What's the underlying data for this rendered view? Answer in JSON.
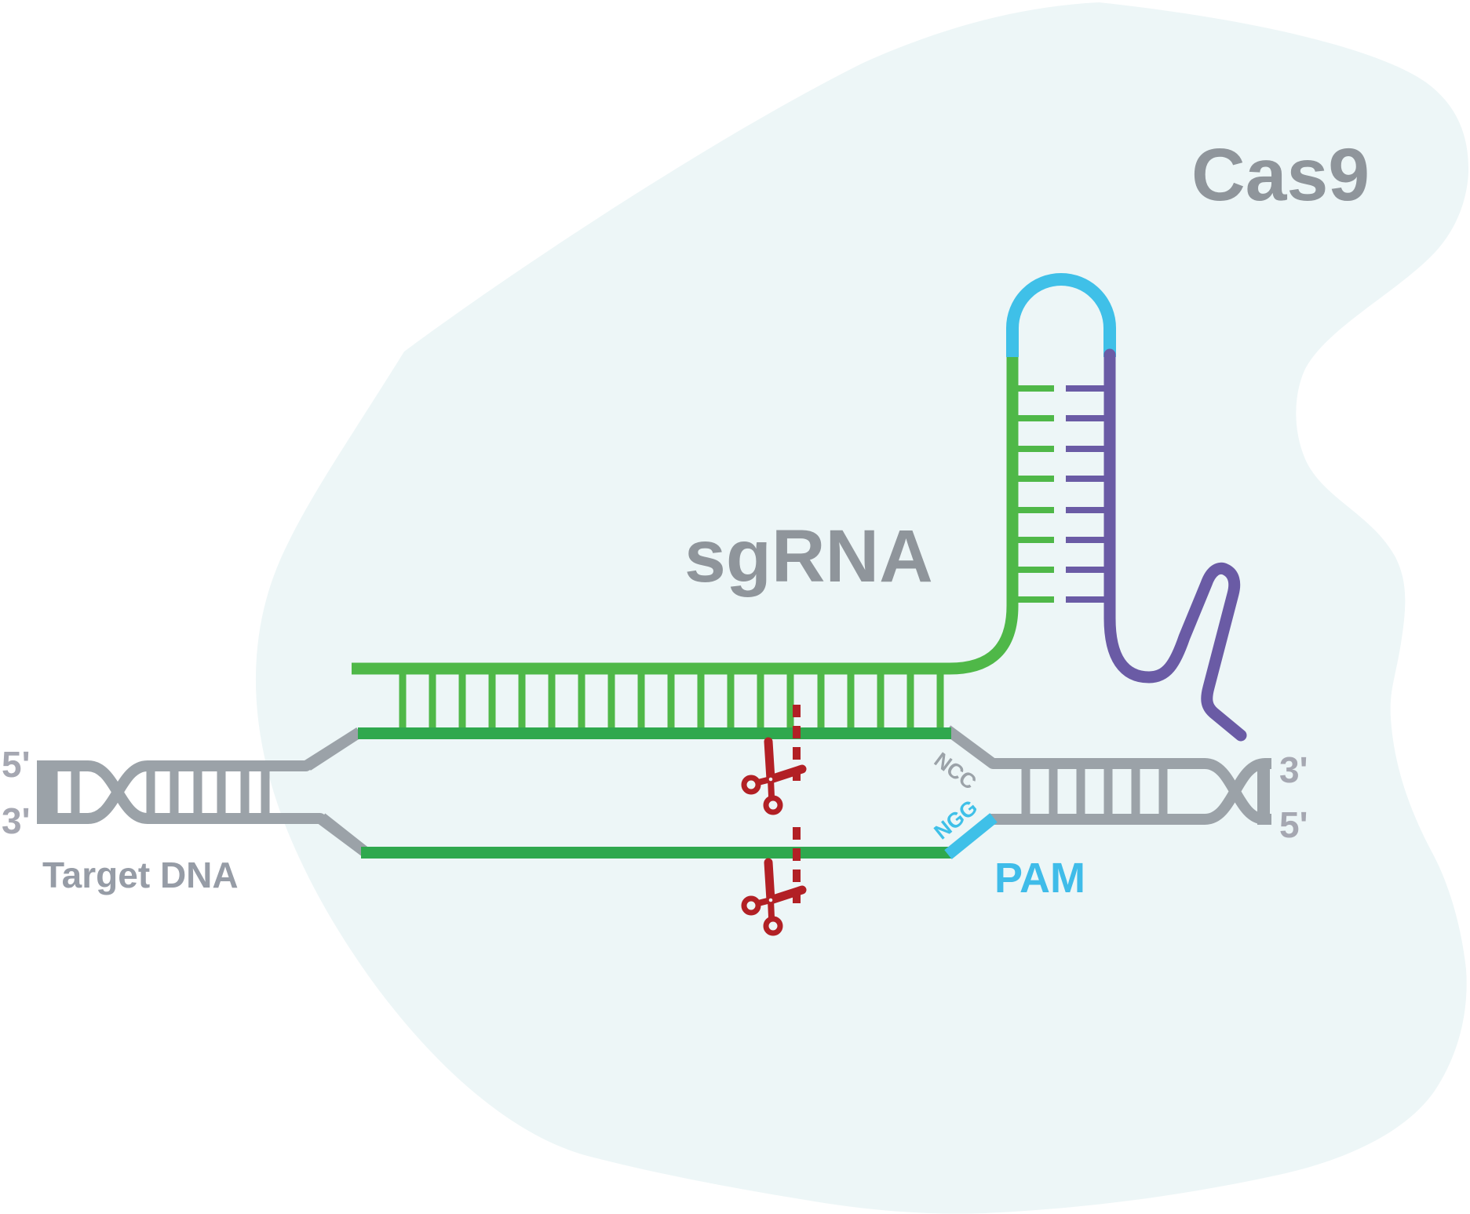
{
  "diagram": {
    "title_protein": "Cas9",
    "labels": {
      "cas9": "Cas9",
      "sgrna": "sgRNA",
      "target_dna": "Target DNA",
      "pam": "PAM",
      "ncc": "NCC",
      "ngg": "NGG",
      "left_top_prime": "5'",
      "left_bottom_prime": "3'",
      "right_top_prime": "3'",
      "right_bottom_prime": "5'"
    },
    "icons": {
      "cut_site_upper": "scissors-icon",
      "cut_site_lower": "scissors-icon"
    },
    "colors": {
      "protein_blob": "#EDF6F7",
      "dna_gray": "#9BA2A8",
      "label_gray": "#8F959B",
      "prime_gray": "#A5A7B1",
      "sgrna_light_green": "#4FB848",
      "protospacer_dark_green": "#2FA84E",
      "pam_cyan": "#3FC0E8",
      "tracr_purple": "#6A5BA5",
      "cut_red": "#B22025"
    }
  }
}
